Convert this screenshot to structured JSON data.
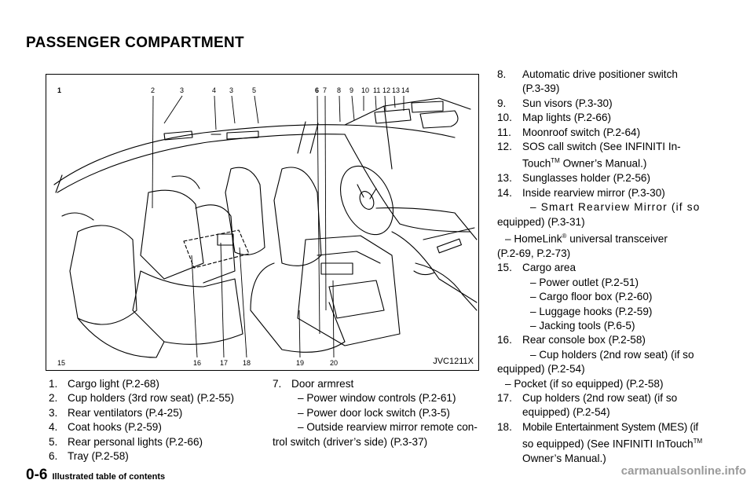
{
  "page": {
    "section_title": "PASSENGER COMPARTMENT",
    "figure_id": "JVC1211X",
    "page_number": "0-6",
    "footer_text": "Illustrated table of contents",
    "watermark": "carmanualsonline.info"
  },
  "callouts_top": [
    "1",
    "2",
    "3",
    "4",
    "3",
    "5",
    "6",
    "7",
    "8",
    "9",
    "10",
    "11",
    "12",
    "13",
    "14"
  ],
  "callouts_bottom": [
    "15",
    "16",
    "17",
    "18",
    "19",
    "20"
  ],
  "col1": [
    {
      "n": "1.",
      "t": "Cargo light (P.2-68)"
    },
    {
      "n": "2.",
      "t": "Cup holders (3rd row seat) (P.2-55)"
    },
    {
      "n": "3.",
      "t": "Rear ventilators (P.4-25)"
    },
    {
      "n": "4.",
      "t": "Coat hooks (P.2-59)"
    },
    {
      "n": "5.",
      "t": "Rear personal lights (P.2-66)"
    },
    {
      "n": "6.",
      "t": "Tray (P.2-58)"
    }
  ],
  "col2": {
    "n": "7.",
    "t": "Door armrest",
    "subs": [
      "– Power window controls (P.2-61)",
      "– Power door lock switch (P.3-5)",
      "– Outside rearview mirror remote con-",
      "trol switch (driver’s side) (P.3-37)"
    ]
  },
  "col3": {
    "i8": {
      "n": "8.",
      "l1": "Automatic drive positioner switch",
      "l2": "(P.3-39)"
    },
    "i9": {
      "n": "9.",
      "t": "Sun visors (P.3-30)"
    },
    "i10": {
      "n": "10.",
      "t": "Map lights (P.2-66)"
    },
    "i11": {
      "n": "11.",
      "t": "Moonroof switch (P.2-64)"
    },
    "i12": {
      "n": "12.",
      "l1": "SOS call switch (See INFINITI In-",
      "l2a": "Touch",
      "tm": "TM",
      "l2b": " Owner’s Manual.)"
    },
    "i13": {
      "n": "13.",
      "t": "Sunglasses holder (P.2-56)"
    },
    "i14": {
      "n": "14.",
      "t": "Inside rearview mirror (P.3-30)",
      "s1": "– Smart Rearview Mirror (if so",
      "s1b": "equipped) (P.3-31)",
      "s2a": "– HomeLink",
      "reg": "®",
      "s2b": " universal transceiver",
      "s2c": "(P.2-69, P.2-73)"
    },
    "i15": {
      "n": "15.",
      "t": "Cargo area",
      "subs": [
        "– Power outlet (P.2-51)",
        "– Cargo floor box (P.2-60)",
        "– Luggage hooks (P.2-59)",
        "– Jacking tools (P.6-5)"
      ]
    },
    "i16": {
      "n": "16.",
      "t": "Rear console box (P.2-58)",
      "s1": "– Cup holders (2nd row seat) (if so",
      "s1b": "equipped) (P.2-54)",
      "s2": "– Pocket (if so equipped) (P.2-58)"
    },
    "i17": {
      "n": "17.",
      "l1": "Cup holders (2nd row seat) (if so",
      "l2": "equipped) (P.2-54)"
    },
    "i18": {
      "n": "18.",
      "l1": "Mobile Entertainment System (MES) (if",
      "l2a": "so equipped) (See INFINITI InTouch",
      "tm": "TM",
      "l3": "Owner’s Manual.)"
    }
  }
}
